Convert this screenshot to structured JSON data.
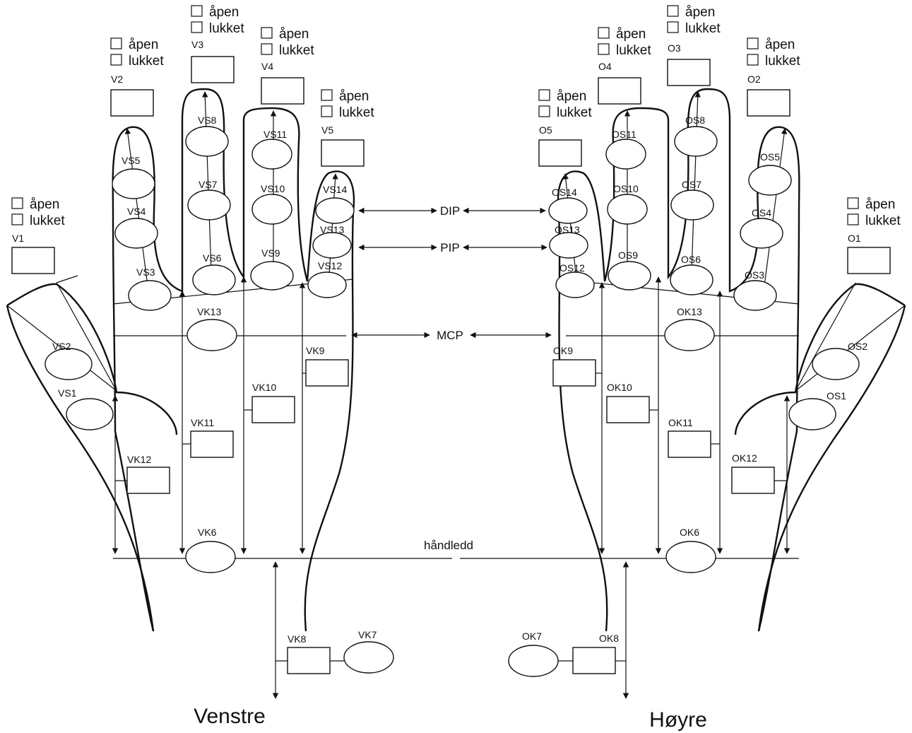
{
  "joints": {
    "left": {
      "VS1": "VS1",
      "VS2": "VS2",
      "VS3": "VS3",
      "VS4": "VS4",
      "VS5": "VS5",
      "VS6": "VS6",
      "VS7": "VS7",
      "VS8": "VS8",
      "VS9": "VS9",
      "VS10": "VS10",
      "VS11": "VS11",
      "VS12": "VS12",
      "VS13": "VS13",
      "VS14": "VS14",
      "VK6": "VK6",
      "VK7": "VK7",
      "VK8": "VK8",
      "VK9": "VK9",
      "VK10": "VK10",
      "VK11": "VK11",
      "VK12": "VK12",
      "VK13": "VK13"
    },
    "right": {
      "OS1": "OS1",
      "OS2": "OS2",
      "OS3": "OS3",
      "OS4": "OS4",
      "OS5": "OS5",
      "OS6": "OS6",
      "OS7": "OS7",
      "OS8": "OS8",
      "OS9": "OS9",
      "OS10": "OS10",
      "OS11": "OS11",
      "OS12": "OS12",
      "OS13": "OS13",
      "OS14": "OS14",
      "OK6": "OK6",
      "OK7": "OK7",
      "OK8": "OK8",
      "OK9": "OK9",
      "OK10": "OK10",
      "OK11": "OK11",
      "OK12": "OK12",
      "OK13": "OK13"
    }
  },
  "fingers": {
    "left": {
      "V1": "V1",
      "V2": "V2",
      "V3": "V3",
      "V4": "V4",
      "V5": "V5"
    },
    "right": {
      "O1": "O1",
      "O2": "O2",
      "O3": "O3",
      "O4": "O4",
      "O5": "O5"
    }
  },
  "options": {
    "open": "åpen",
    "closed": "lukket"
  },
  "levels": {
    "dip": "DIP",
    "pip": "PIP",
    "mcp": "MCP",
    "wrist": "håndledd"
  },
  "hands": {
    "left": "Venstre",
    "right": "Høyre"
  }
}
